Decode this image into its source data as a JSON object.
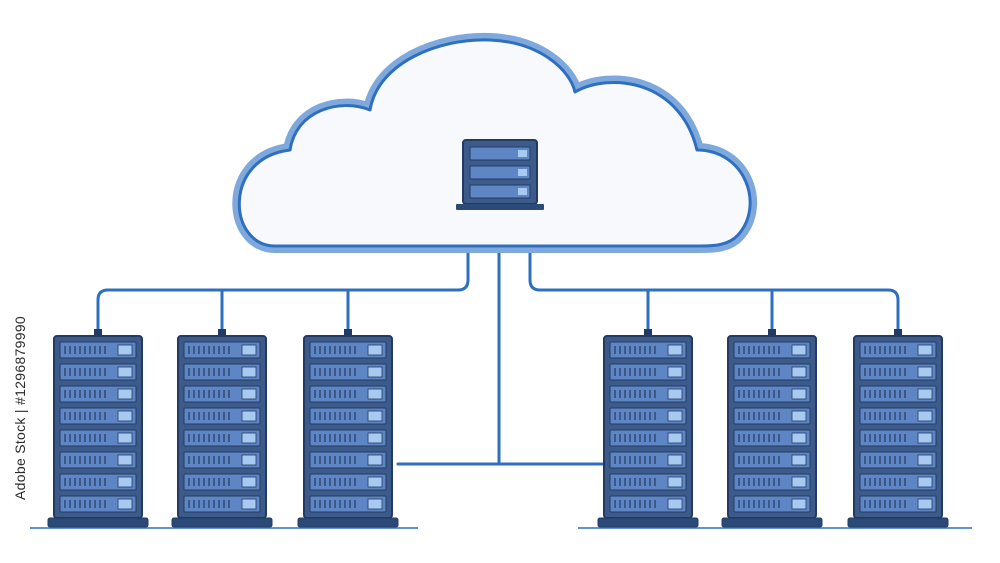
{
  "colors": {
    "line": "#2f6fc0",
    "cloud_fill": "#f7f9fc",
    "cloud_stroke_outer": "#7fa9dc",
    "cloud_stroke_inner": "#2f6fc0",
    "rack_body": "#3c5b8a",
    "rack_dark": "#233b63",
    "slot": "#5f86c4",
    "slot_light": "#a8c9f0",
    "base": "#2c4a78"
  },
  "icons": {
    "cloud": "cloud-icon",
    "cloud_server": "server-icon",
    "rack": "server-rack-icon"
  },
  "racks_left_count": 3,
  "racks_right_count": 3,
  "slots_per_rack": 8,
  "watermark": {
    "stock_id": "Adobe Stock | #1296879990"
  }
}
